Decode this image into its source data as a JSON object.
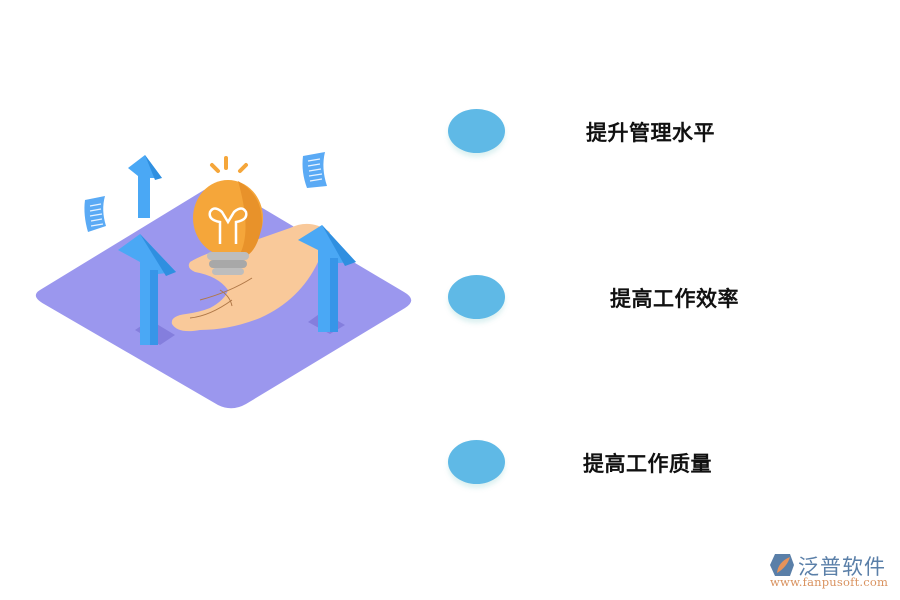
{
  "items": [
    {
      "label": "提升管理水平"
    },
    {
      "label": "提高工作效率"
    },
    {
      "label": "提高工作质量"
    }
  ],
  "logo": {
    "name": "泛普软件",
    "url": "www.fanpusoft.com"
  },
  "colors": {
    "dot": "#5fb9e6",
    "platform": "#9b97ee",
    "arrow": "#4aa8f5",
    "bulb": "#f5a63a",
    "hand": "#f9c99a"
  }
}
